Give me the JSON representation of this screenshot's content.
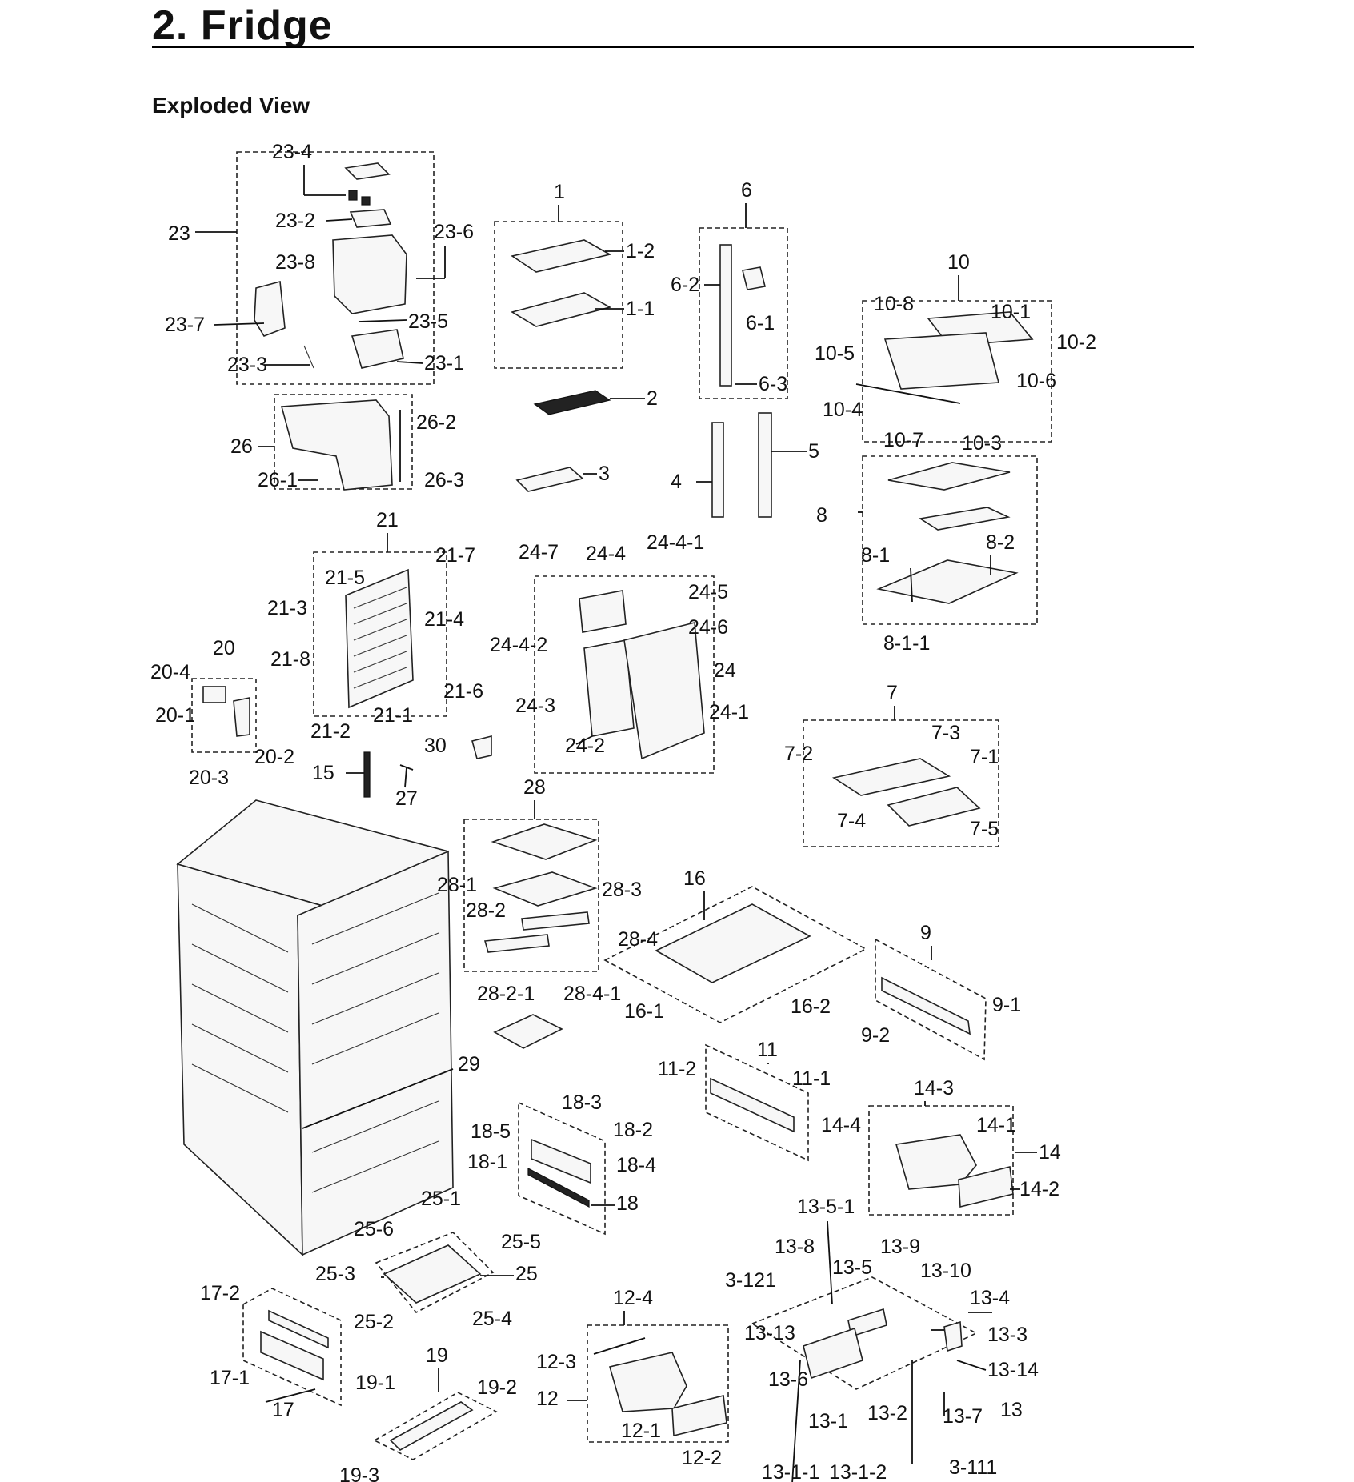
{
  "heading": {
    "title": "2.  Fridge",
    "subtitle": "Exploded View"
  },
  "callouts": [
    "23-4",
    "23",
    "23-2",
    "23-6",
    "23-8",
    "23-7",
    "23-5",
    "23-3",
    "23-1",
    "26",
    "26-2",
    "26-1",
    "26-3",
    "1",
    "1-2",
    "1-1",
    "2",
    "3",
    "6",
    "6-2",
    "6-1",
    "6-3",
    "4",
    "5",
    "10",
    "10-8",
    "10-1",
    "10-2",
    "10-5",
    "10-6",
    "10-4",
    "10-7",
    "10-3",
    "8",
    "8-1",
    "8-2",
    "8-1-1",
    "21",
    "21-7",
    "21-5",
    "21-3",
    "21-4",
    "21-8",
    "21-6",
    "21-2",
    "21-1",
    "20",
    "20-4",
    "20-1",
    "20-2",
    "20-3",
    "24-7",
    "24-4",
    "24-4-1",
    "24-5",
    "24-6",
    "24-4-2",
    "24",
    "24-3",
    "24-1",
    "24-2",
    "30",
    "15",
    "27",
    "7",
    "7-3",
    "7-2",
    "7-1",
    "7-4",
    "7-5",
    "28",
    "28-1",
    "28-3",
    "28-2",
    "28-4",
    "28-2-1",
    "28-4-1",
    "16",
    "16-1",
    "16-2",
    "9",
    "9-1",
    "9-2",
    "29",
    "11",
    "11-2",
    "11-1",
    "18-3",
    "18-5",
    "18-2",
    "18-1",
    "18-4",
    "18",
    "14-3",
    "14-1",
    "14-4",
    "14",
    "14-2",
    "25-1",
    "25-6",
    "25-5",
    "25-3",
    "25",
    "25-2",
    "25-4",
    "13-5-1",
    "13-8",
    "13-9",
    "13-5",
    "13-10",
    "3-121",
    "13-4",
    "13-13",
    "13-3",
    "13-14",
    "13-6",
    "13",
    "13-1",
    "13-2",
    "13-7",
    "13-1-1",
    "13-1-2",
    "3-111",
    "17-2",
    "17-1",
    "17",
    "19",
    "19-1",
    "19-2",
    "19-3",
    "12-4",
    "12-3",
    "12",
    "12-1",
    "12-2"
  ]
}
